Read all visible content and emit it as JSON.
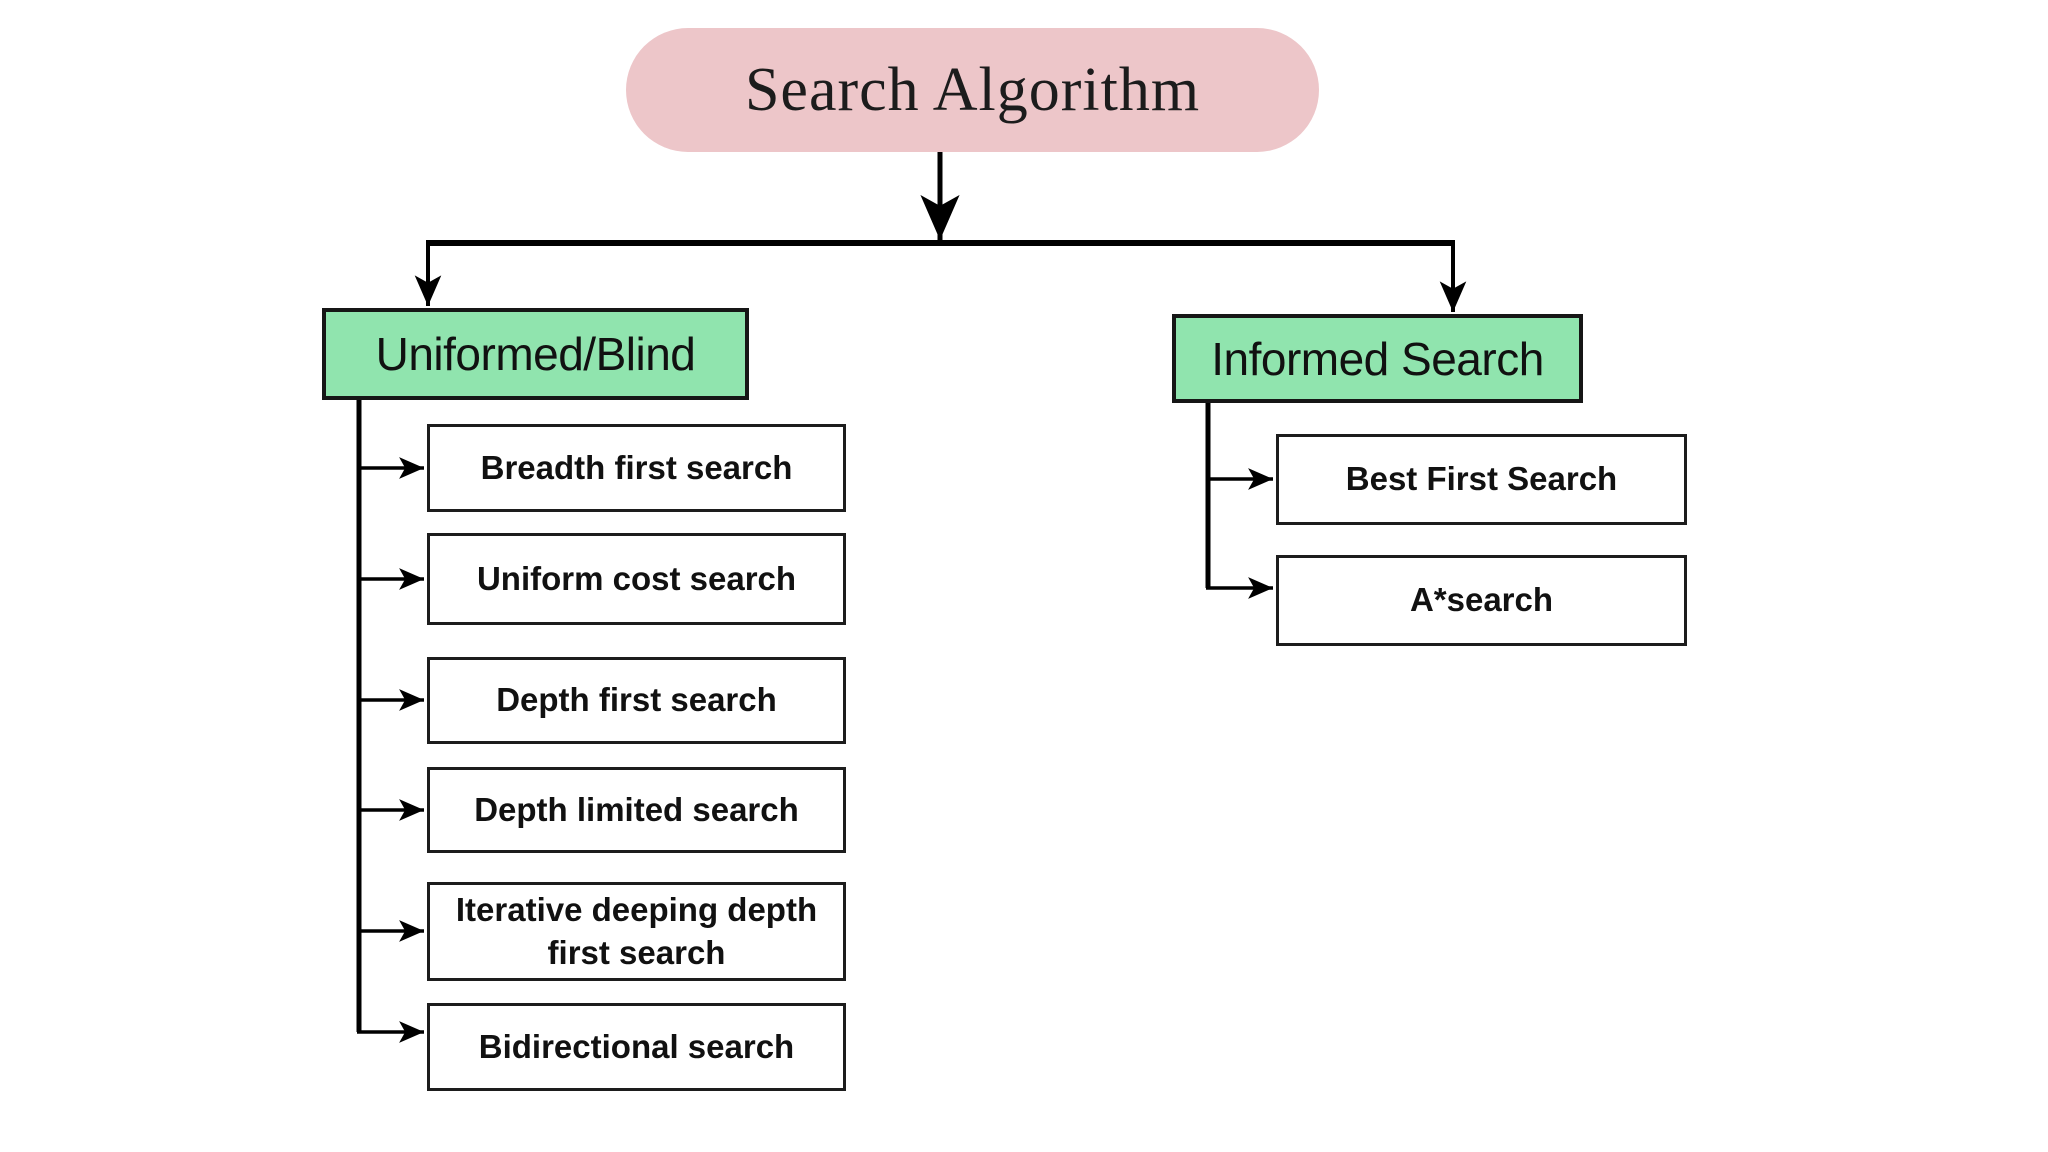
{
  "colors": {
    "root_fill": "#edc6c9",
    "branch_fill": "#90e4ae",
    "leaf_fill": "#ffffff",
    "line_color": "#000000",
    "text_color": "#111111"
  },
  "root": {
    "label": "Search Algorithm"
  },
  "branches": [
    {
      "label": "Uniformed/Blind",
      "children": [
        "Breadth first search",
        "Uniform cost search",
        "Depth first search",
        "Depth limited search",
        "Iterative deeping depth first search",
        "Bidirectional search"
      ]
    },
    {
      "label": "Informed Search",
      "children": [
        "Best First Search",
        "A*search"
      ]
    }
  ]
}
